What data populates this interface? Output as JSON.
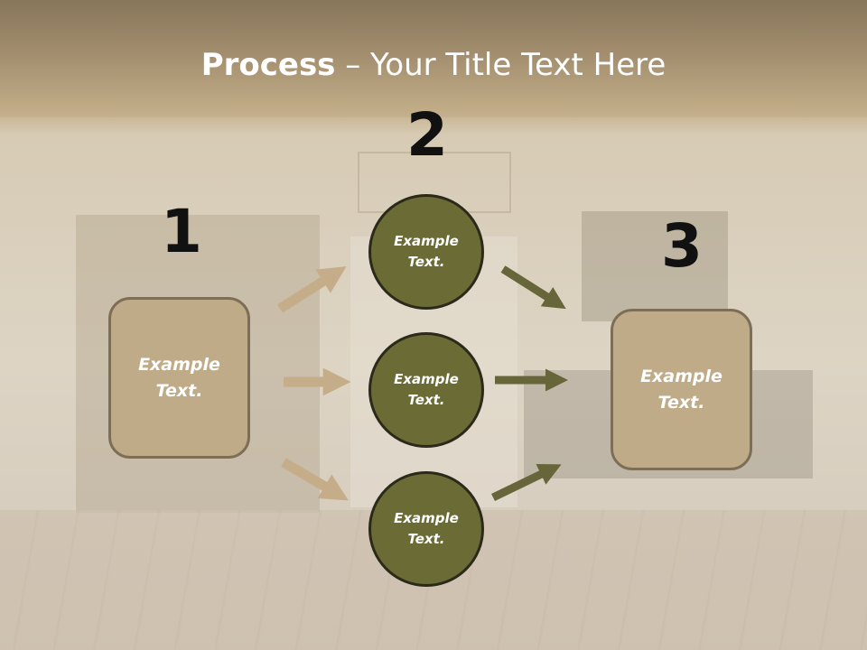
{
  "title": {
    "bold": "Process",
    "rest": " – Your Title Text Here"
  },
  "steps": [
    {
      "number": "1"
    },
    {
      "number": "2"
    },
    {
      "number": "3"
    }
  ],
  "left_box": {
    "text": "Example Text."
  },
  "right_box": {
    "text": "Example Text."
  },
  "circles": [
    {
      "text": "Example Text."
    },
    {
      "text": "Example Text."
    },
    {
      "text": "Example Text."
    }
  ],
  "colors": {
    "box_fill": "#c0ab88",
    "circle_fill": "#6b6b36",
    "light_arrow": "#c4ad88",
    "dark_arrow": "#66663a"
  }
}
